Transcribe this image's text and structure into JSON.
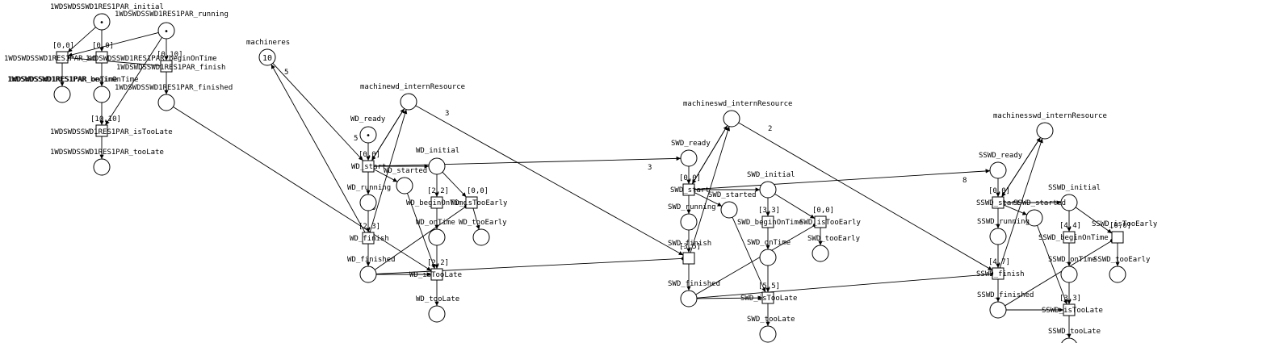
{
  "diagram": {
    "places": [
      {
        "id": "p_init1",
        "label": "1WDSWDSSWD1RES1PAR_initial",
        "tokens": "•"
      },
      {
        "id": "p_run1",
        "label": "1WDSWDSSWD1RES1PAR_running",
        "tokens": "•"
      },
      {
        "id": "p_ontime1",
        "label": "1WDSWDSSWD1RES1PAR_onTime",
        "tokens": ""
      },
      {
        "id": "p_beg1",
        "label": "1WDSWDSSWD1RES1PAR_beginOnTime",
        "tokens": ""
      },
      {
        "id": "p_fin1",
        "label": "1WDSWDSSWD1RES1PAR_finished",
        "tokens": ""
      },
      {
        "id": "p_late1",
        "label": "1WDSWDSSWD1RES1PAR_tooLate",
        "tokens": ""
      },
      {
        "id": "p_machineres",
        "label": "machineres",
        "tokens": "10"
      },
      {
        "id": "p_wd_res",
        "label": "machinewd_internResource",
        "tokens": ""
      },
      {
        "id": "p_wd_ready",
        "label": "WD_ready",
        "tokens": "•"
      },
      {
        "id": "p_wd_initial",
        "label": "WD_initial",
        "tokens": ""
      },
      {
        "id": "p_wd_started",
        "label": "WD_started",
        "tokens": ""
      },
      {
        "id": "p_wd_running",
        "label": "WD_running",
        "tokens": ""
      },
      {
        "id": "p_wd_ontime",
        "label": "WD_onTime",
        "tokens": ""
      },
      {
        "id": "p_wd_early",
        "label": "WD_tooEarly",
        "tokens": ""
      },
      {
        "id": "p_wd_finished",
        "label": "WD_finished",
        "tokens": ""
      },
      {
        "id": "p_wd_late",
        "label": "WD_tooLate",
        "tokens": ""
      },
      {
        "id": "p_swd_res",
        "label": "machineswd_internResource",
        "tokens": ""
      },
      {
        "id": "p_swd_ready",
        "label": "SWD_ready",
        "tokens": ""
      },
      {
        "id": "p_swd_initial",
        "label": "SWD_initial",
        "tokens": ""
      },
      {
        "id": "p_swd_started",
        "label": "SWD_started",
        "tokens": ""
      },
      {
        "id": "p_swd_running",
        "label": "SWD_running",
        "tokens": ""
      },
      {
        "id": "p_swd_ontime",
        "label": "SWD_onTime",
        "tokens": ""
      },
      {
        "id": "p_swd_early",
        "label": "SWD_tooEarly",
        "tokens": ""
      },
      {
        "id": "p_swd_finished",
        "label": "SWD_finished",
        "tokens": ""
      },
      {
        "id": "p_swd_late",
        "label": "SWD_tooLate",
        "tokens": ""
      },
      {
        "id": "p_sswd_res",
        "label": "machinesswd_internResource",
        "tokens": ""
      },
      {
        "id": "p_sswd_ready",
        "label": "SSWD_ready",
        "tokens": ""
      },
      {
        "id": "p_sswd_initial",
        "label": "SSWD_initial",
        "tokens": ""
      },
      {
        "id": "p_sswd_started",
        "label": "SSWD_started",
        "tokens": ""
      },
      {
        "id": "p_sswd_running",
        "label": "SSWD_running",
        "tokens": ""
      },
      {
        "id": "p_sswd_ontime",
        "label": "SSWD_onTime",
        "tokens": ""
      },
      {
        "id": "p_sswd_early",
        "label": "SSWD_tooEarly",
        "tokens": ""
      },
      {
        "id": "p_sswd_finished",
        "label": "SSWD_finished",
        "tokens": ""
      },
      {
        "id": "p_sswd_late",
        "label": "SSWD_tooLate",
        "tokens": ""
      }
    ],
    "transitions": [
      {
        "id": "t_start1",
        "label": "1WDSWDSSWD1RES1PAR_start",
        "interval": "[0,0]"
      },
      {
        "id": "t_beg1",
        "label": "1WDSWDSSWD1RES1PAR_beginOnTime",
        "interval": "[0,0]"
      },
      {
        "id": "t_fin1",
        "label": "1WDSWDSSWD1RES1PAR_finish",
        "interval": "[0,10]"
      },
      {
        "id": "t_islate1",
        "label": "1WDSWDSSWD1RES1PAR_isTooLate",
        "interval": "[10,10]"
      },
      {
        "id": "t_wd_start",
        "label": "WD_start",
        "interval": "[0,0]"
      },
      {
        "id": "t_wd_beg",
        "label": "WD_beginOnTime",
        "interval": "[2,2]"
      },
      {
        "id": "t_wd_isearly",
        "label": "WD_isTooEarly",
        "interval": "[0,0]"
      },
      {
        "id": "t_wd_finish",
        "label": "WD_finish",
        "interval": "[2,3]"
      },
      {
        "id": "t_wd_islate",
        "label": "WD_isTooLate",
        "interval": "[2,2]"
      },
      {
        "id": "t_swd_start",
        "label": "SWD_start",
        "interval": "[0,0]"
      },
      {
        "id": "t_swd_beg",
        "label": "SWD_beginOnTime",
        "interval": "[3,3]"
      },
      {
        "id": "t_swd_isearly",
        "label": "SWD_isTooEarly",
        "interval": "[0,0]"
      },
      {
        "id": "t_swd_finish",
        "label": "SWD_finish",
        "interval": "[3,5]"
      },
      {
        "id": "t_swd_islate",
        "label": "SWD_isTooLate",
        "interval": "[5,5]"
      },
      {
        "id": "t_sswd_start",
        "label": "SSWD_start",
        "interval": "[0,0]"
      },
      {
        "id": "t_sswd_beg",
        "label": "SSWD_beginOnTime",
        "interval": "[4,4]"
      },
      {
        "id": "t_sswd_isearly",
        "label": "SSWD_isTooEarly",
        "interval": "[0,0]"
      },
      {
        "id": "t_sswd_finish",
        "label": "SSWD_finish",
        "interval": "[4,7]"
      },
      {
        "id": "t_sswd_islate",
        "label": "SSWD_isTooLate",
        "interval": "[3,3]"
      }
    ],
    "arc_weights": [
      "5",
      "5",
      "3",
      "3",
      "2",
      "8",
      "3",
      "2"
    ]
  }
}
